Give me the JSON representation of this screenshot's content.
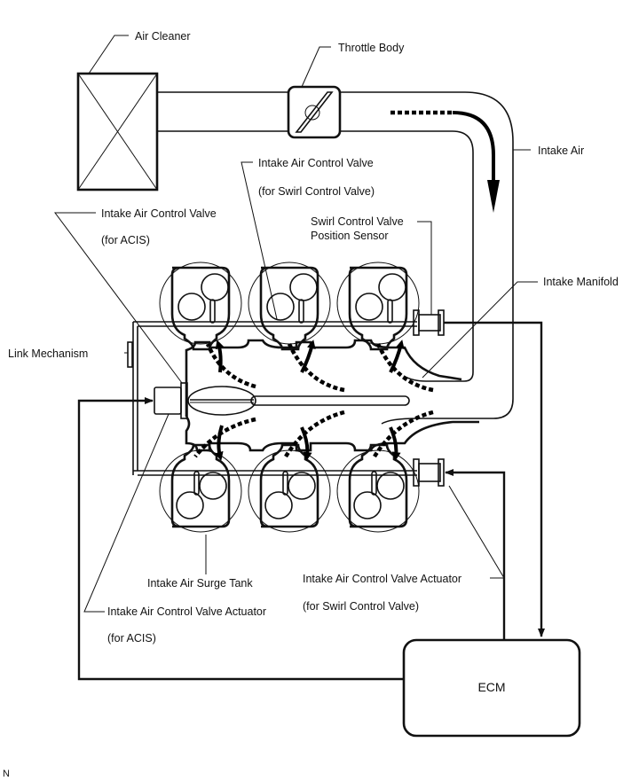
{
  "diagram": {
    "title": "Intake Air Control System",
    "labels": {
      "air_cleaner": "Air Cleaner",
      "throttle_body": "Throttle Body",
      "intake_air": "Intake Air",
      "iacv_swirl_line1": "Intake Air Control Valve",
      "iacv_swirl_line2": "(for Swirl Control Valve)",
      "iacv_acis_line1": "Intake Air Control Valve",
      "iacv_acis_line2": "(for ACIS)",
      "scv_sensor_line1": "Swirl Control Valve",
      "scv_sensor_line2": "Position Sensor",
      "intake_manifold": "Intake Manifold",
      "link_mechanism": "Link Mechanism",
      "surge_tank": "Intake Air Surge Tank",
      "actuator_swirl_line1": "Intake Air Control Valve Actuator",
      "actuator_swirl_line2": "(for Swirl Control Valve)",
      "actuator_acis_line1": "Intake Air Control Valve Actuator",
      "actuator_acis_line2": "(for ACIS)",
      "ecm": "ECM"
    },
    "components": [
      {
        "id": "air-cleaner",
        "type": "filter-box"
      },
      {
        "id": "throttle-body",
        "type": "butterfly-valve"
      },
      {
        "id": "intake-duct",
        "type": "pipe"
      },
      {
        "id": "surge-tank",
        "type": "plenum"
      },
      {
        "id": "cylinders",
        "type": "cylinder",
        "count": 6,
        "banks": 2
      },
      {
        "id": "acis-valve",
        "type": "rotary-valve"
      },
      {
        "id": "acis-actuator",
        "type": "actuator"
      },
      {
        "id": "swirl-actuator-upper",
        "type": "actuator"
      },
      {
        "id": "swirl-actuator-lower",
        "type": "actuator"
      },
      {
        "id": "link-mechanism",
        "type": "linkage"
      },
      {
        "id": "ecm",
        "type": "control-unit"
      }
    ],
    "connections": [
      {
        "from": "ecm",
        "to": "acis-actuator",
        "direction": "to-actuator"
      },
      {
        "from": "ecm",
        "to": "swirl-actuator-lower",
        "direction": "to-actuator"
      },
      {
        "from": "swirl-actuator-upper",
        "to": "ecm",
        "direction": "to-ecm"
      }
    ],
    "corner_code": "N"
  }
}
